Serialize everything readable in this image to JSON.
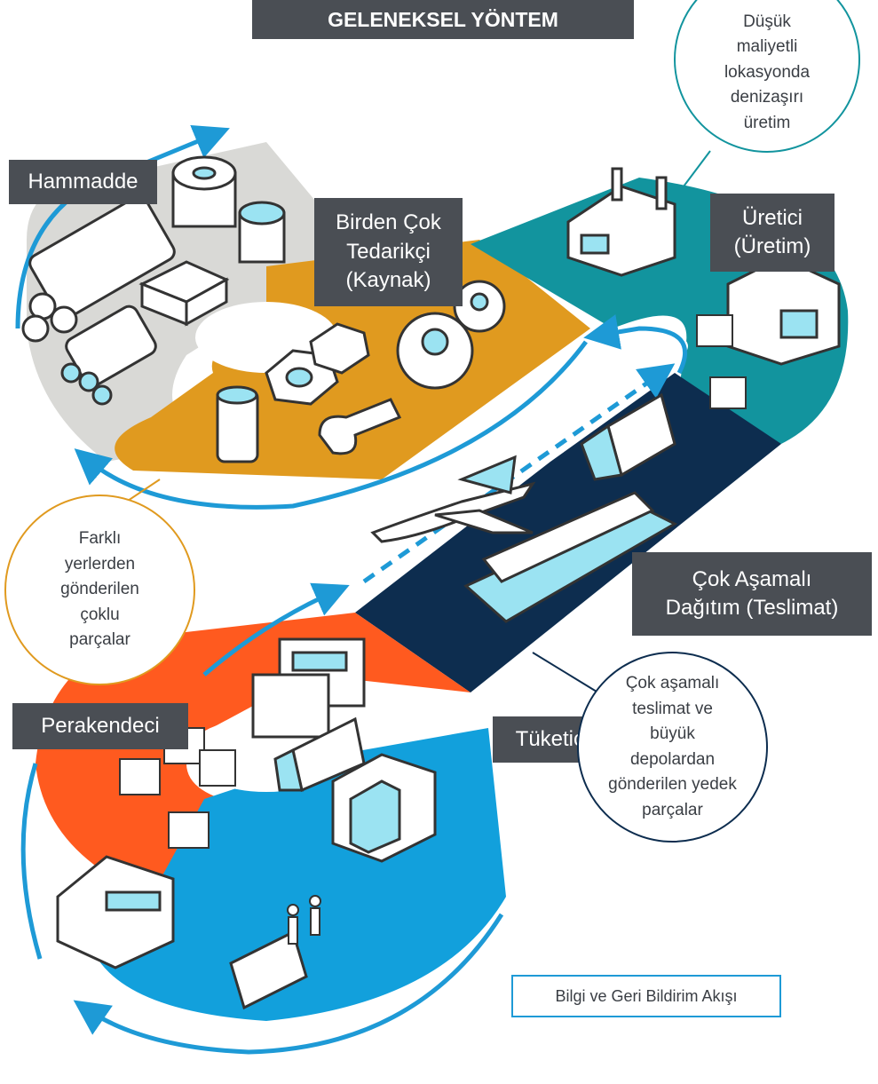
{
  "title": "GELENEKSEL YÖNTEM",
  "stages": {
    "raw_material": "Hammadde",
    "suppliers": "Birden Çok\nTedarikçi\n(Kaynak)",
    "manufacturer": "Üretici\n(Üretim)",
    "distribution": "Çok Aşamalı\nDağıtım (Teslimat)",
    "retailer": "Perakendeci",
    "consumer": "Tüketici"
  },
  "notes": {
    "offshore": "Düşük\nmaliyetli\nlokasyonda\ndenizaşırı\nüretim",
    "multi_parts": "Farklı\nyerlerden\ngönderilen\nçoklu\nparçalar",
    "spare_parts": "Çok aşamalı\nteslimat ve\nbüyük\ndepolardan\ngönderilen yedek\nparçalar"
  },
  "legend": "Bilgi ve Geri Bildirim Akışı",
  "colors": {
    "raw_material": "#d9d9d6",
    "suppliers": "#e09a1f",
    "manufacturer": "#12949e",
    "distribution": "#0d2d4f",
    "retailer": "#ff5a1f",
    "consumer": "#12a0dc",
    "flow_arrow": "#1e9ad6",
    "label_bg": "#4a4e54"
  }
}
